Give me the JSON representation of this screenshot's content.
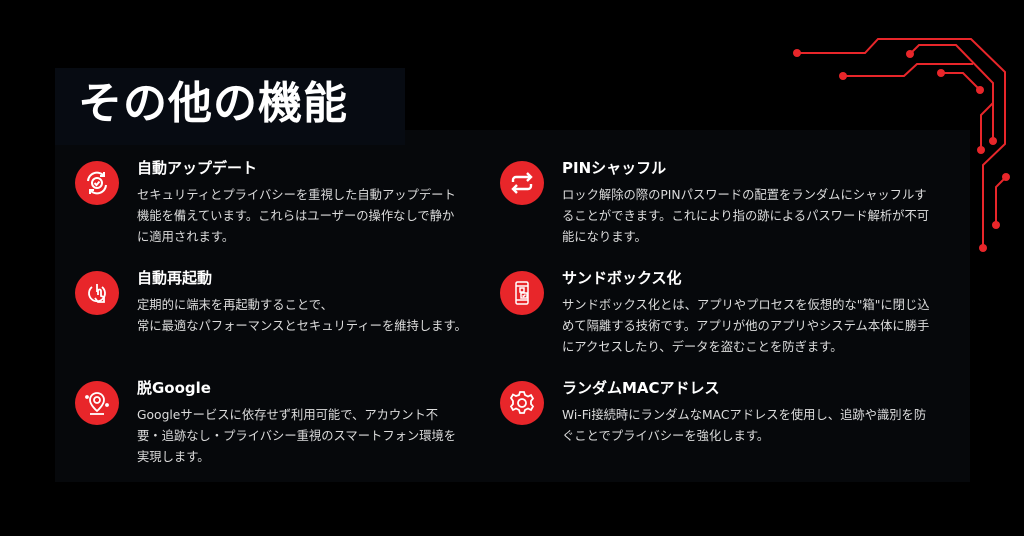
{
  "page": {
    "title": "その他の機能"
  },
  "colors": {
    "accent": "#e8262a",
    "background": "#000000",
    "panel": "#06080b"
  },
  "features": [
    {
      "icon": "refresh-check-icon",
      "title": "自動アップデート",
      "description": "セキュリティとプライバシーを重視した自動アップデート\n機能を備えています。これらはユーザーの操作なしで静か\nに適用されます。"
    },
    {
      "icon": "power-touch-icon",
      "title": "自動再起動",
      "description": "定期的に端末を再起動することで、\n常に最適なパフォーマンスとセキュリティーを維持します。"
    },
    {
      "icon": "location-pin-icon",
      "title": "脱Google",
      "description": "Googleサービスに依存せず利用可能で、アカウント不\n要・追跡なし・プライバシー重視のスマートフォン環境を\n実現します。"
    },
    {
      "icon": "shuffle-arrows-icon",
      "title": "PINシャッフル",
      "description": "ロック解除の際のPINパスワードの配置をランダムにシャッフルす\nることができます。これにより指の跡によるパスワード解析が不可\n能になります。"
    },
    {
      "icon": "sandbox-phone-icon",
      "title": "サンドボックス化",
      "description": "サンドボックス化とは、アプリやプロセスを仮想的な\"箱\"に閉じ込\nめて隔離する技術です。アプリが他のアプリやシステム本体に勝手\nにアクセスしたり、データを盗むことを防ぎます。"
    },
    {
      "icon": "gear-icon",
      "title": "ランダムMACアドレス",
      "description": "Wi-Fi接続時にランダムなMACアドレスを使用し、追跡や識別を防\nぐことでプライバシーを強化します。"
    }
  ]
}
